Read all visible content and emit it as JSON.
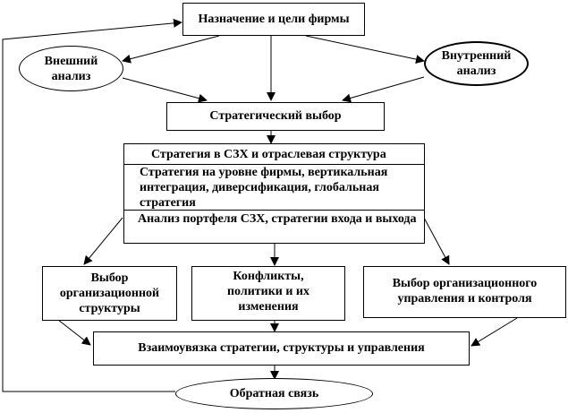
{
  "diagram": {
    "top": "Назначение и цели фирмы",
    "external": "Внешний анализ",
    "internal": "Внутренний анализ",
    "choice": "Стратегический выбор",
    "strategy_rows": [
      "Стратегия в СЗХ и отраслевая структура",
      "Стратегия на уровне фирмы, вертикальная интеграция, диверсификация, глобальная стратегия",
      "Анализ портфеля СЗХ, стратегии входа и выхода"
    ],
    "org_structure": "Выбор организационной структуры",
    "conflicts": "Конфликты, политики и их изменения",
    "org_control": "Выбор организационного управления и контроля",
    "linkage": "Взаимоувязка стратегии, структуры и управления",
    "feedback": "Обратная связь"
  }
}
